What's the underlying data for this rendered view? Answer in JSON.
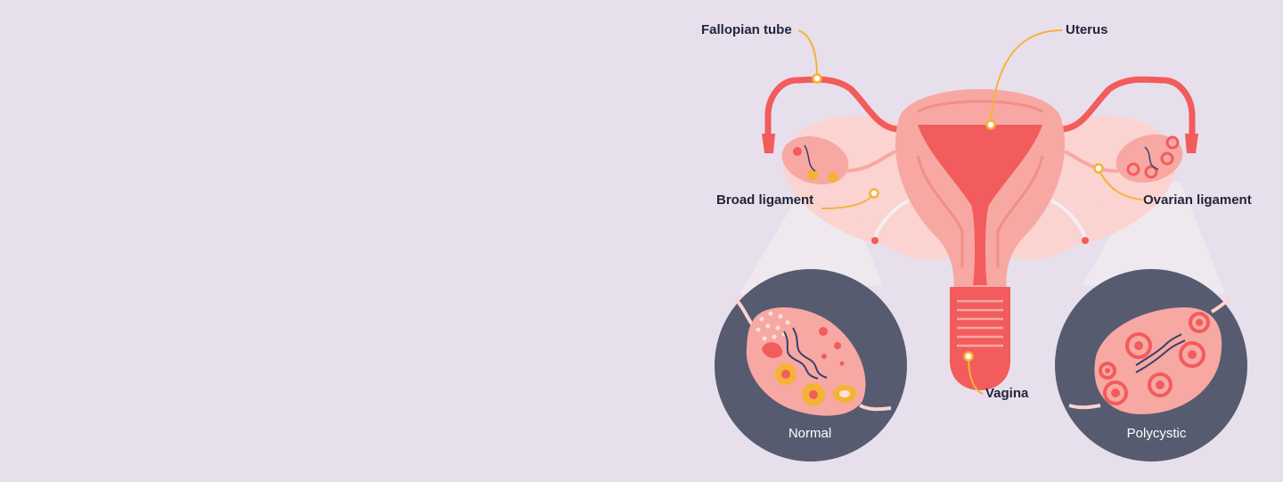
{
  "labels": {
    "fallopian_tube": "Fallopian tube",
    "uterus": "Uterus",
    "broad_ligament": "Broad ligament",
    "ovarian_ligament": "Ovarian ligament",
    "vagina": "Vagina"
  },
  "insets": {
    "normal": "Normal",
    "polycystic": "Polycystic"
  },
  "colors": {
    "background": "#e8dfec",
    "organ_red": "#f25c5c",
    "organ_pink": "#f7a8a3",
    "ligament_pink": "#fbd3d0",
    "callout_line": "#f5b335",
    "inset_circle": "#575b70",
    "label_text": "#22253a"
  }
}
